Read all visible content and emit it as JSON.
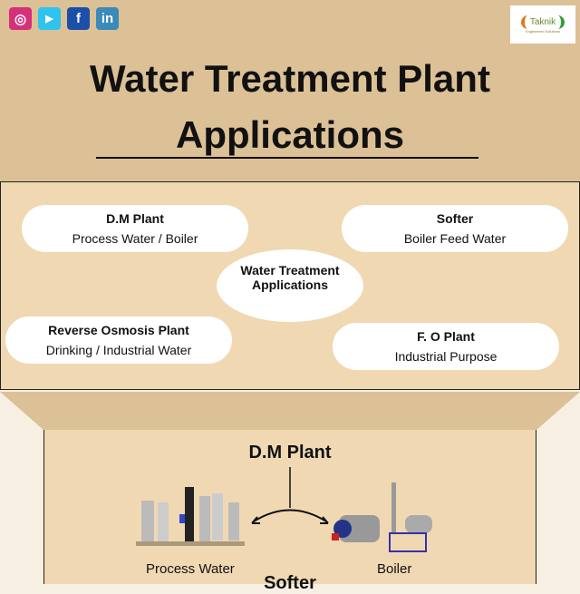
{
  "social": [
    {
      "name": "instagram-icon",
      "glyph": "◎",
      "color": "#d6307a"
    },
    {
      "name": "youtube-icon",
      "glyph": "▶",
      "color": "#2ec4ee"
    },
    {
      "name": "facebook-icon",
      "glyph": "f",
      "color": "#1c4fa8"
    },
    {
      "name": "linkedin-icon",
      "glyph": "in",
      "color": "#3b8ab8"
    }
  ],
  "logo": {
    "name": "Taknik",
    "tagline": "Engineered Solutions"
  },
  "title": "Water Treatment Plant Applications",
  "center": "Water Treatment Applications",
  "bubbles": [
    {
      "title": "D.M Plant",
      "sub": "Process Water / Boiler"
    },
    {
      "title": "Softer",
      "sub": "Boiler Feed Water"
    },
    {
      "title": "Reverse Osmosis Plant",
      "sub": "Drinking / Industrial Water"
    },
    {
      "title": "F. O Plant",
      "sub": "Industrial Purpose"
    }
  ],
  "section": {
    "title": "D.M Plant",
    "left": "Process Water",
    "right": "Boiler",
    "next": "Softer"
  }
}
